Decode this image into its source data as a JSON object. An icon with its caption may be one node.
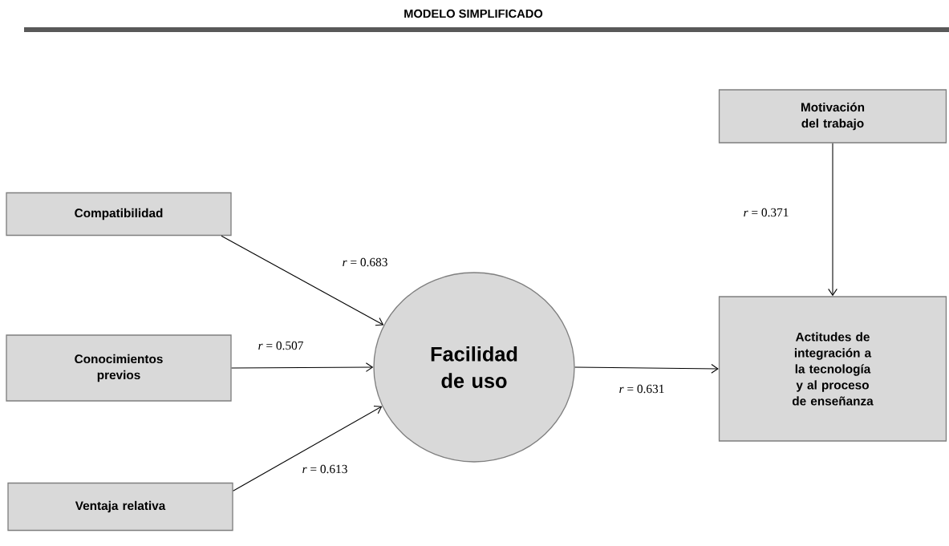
{
  "diagram": {
    "title": "MODELO SIMPLIFICADO",
    "nodes": [
      {
        "text": [
          "Compatibilidad"
        ]
      },
      {
        "text": [
          "Conocimientos previos"
        ]
      },
      {
        "text": [
          "Ventaja relativa"
        ]
      },
      {
        "text": [
          "Facilidad de uso"
        ]
      },
      {
        "text": [
          "Motivación del trabajo"
        ]
      },
      {
        "text": [
          "Actitudes de integración a la tecnología y al proceso de enseñanza"
        ]
      }
    ],
    "edges": [
      {
        "from": 0,
        "to": 3,
        "arrow": "to",
        "label": "*r* =  0.683"
      },
      {
        "from": 1,
        "to": 3,
        "arrow": "to",
        "label": "*r* =  0.507"
      },
      {
        "from": 2,
        "to": 3,
        "arrow": "to",
        "label": "*r* =  0.613"
      },
      {
        "from": 3,
        "to": 5,
        "arrow": "to",
        "label": "*r* =  0.631"
      },
      {
        "from": 4,
        "to": 5,
        "arrow": "to",
        "label": "*r* =  0.371"
      }
    ]
  }
}
